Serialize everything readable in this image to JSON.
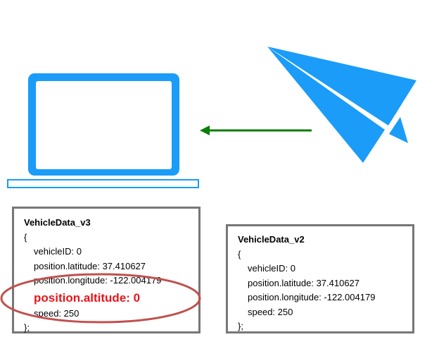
{
  "colors": {
    "laptop": "#1a9cf8",
    "plane": "#1a9cf8",
    "arrow": "#0b7d0b",
    "highlight_text": "#e8151b",
    "highlight_ring": "#c0504d",
    "box_border": "#777777"
  },
  "icons": {
    "laptop": "laptop-icon",
    "plane": "paper-plane-icon",
    "arrow": "arrow-left-icon"
  },
  "box_v3": {
    "title": "VehicleData_v3",
    "open": "{",
    "vehicle_id": "vehicleID: 0",
    "latitude": "position.latitude: 37.410627",
    "longitude": "position.longitude: -122.004179",
    "altitude": "position.altitude: 0",
    "speed": "speed: 250",
    "close": "};"
  },
  "box_v2": {
    "title": "VehicleData_v2",
    "open": "{",
    "vehicle_id": "vehicleID: 0",
    "latitude": "position.latitude: 37.410627",
    "longitude": "position.longitude: -122.004179",
    "speed": "speed: 250",
    "close": "};"
  }
}
